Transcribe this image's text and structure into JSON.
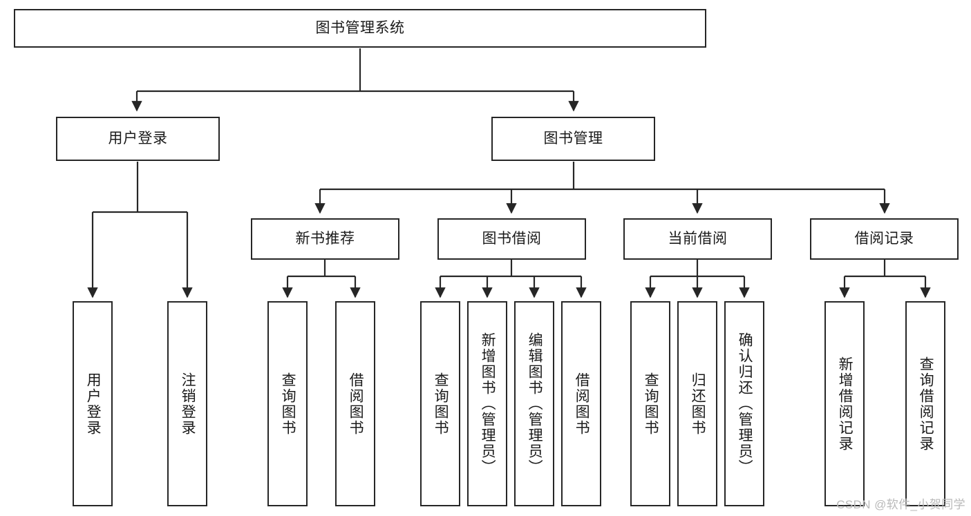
{
  "diagram": {
    "title": "图书管理系统",
    "watermark": "CSDN @软件_小贺同学",
    "colors": {
      "background": "#ffffff",
      "box_border": "#262626",
      "box_fill": "#ffffff",
      "text": "#1a1a1a",
      "connector": "#262626",
      "watermark": "#b9b9b9"
    },
    "root": {
      "label": "图书管理系统"
    },
    "level1": [
      {
        "label": "用户登录"
      },
      {
        "label": "图书管理"
      }
    ],
    "level2": [
      {
        "label": "新书推荐"
      },
      {
        "label": "图书借阅"
      },
      {
        "label": "当前借阅"
      },
      {
        "label": "借阅记录"
      }
    ],
    "leaves": {
      "user_login": [
        {
          "label": "用户登录"
        },
        {
          "label": "注销登录"
        }
      ],
      "new_book_recommend": [
        {
          "label": "查询图书"
        },
        {
          "label": "借阅图书"
        }
      ],
      "book_borrow": [
        {
          "label": "查询图书"
        },
        {
          "label": "新增图书（管理员）"
        },
        {
          "label": "编辑图书（管理员）"
        },
        {
          "label": "借阅图书"
        }
      ],
      "current_borrow": [
        {
          "label": "查询图书"
        },
        {
          "label": "归还图书"
        },
        {
          "label": "确认归还（管理员）"
        }
      ],
      "borrow_record": [
        {
          "label": "新增借阅记录"
        },
        {
          "label": "查询借阅记录"
        }
      ]
    }
  }
}
